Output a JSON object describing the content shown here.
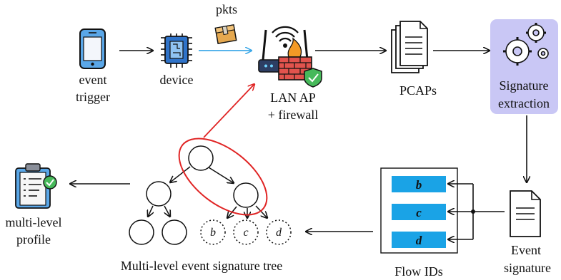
{
  "labels": {
    "event_trigger_1": "event",
    "event_trigger_2": "trigger",
    "device": "device",
    "pkts": "pkts",
    "lan_ap_1": "LAN AP",
    "lan_ap_2": "+ firewall",
    "pcaps": "PCAPs",
    "signature_extraction_1": "Signature",
    "signature_extraction_2": "extraction",
    "event_signature_1": "Event",
    "event_signature_2": "signature",
    "flow_ids": "Flow IDs",
    "tree_caption": "Multi-level event signature tree",
    "profile_1": "multi-level",
    "profile_2": "profile"
  },
  "flow_ids": [
    "b",
    "c",
    "d"
  ],
  "tree_leaves": [
    "b",
    "c",
    "d"
  ],
  "colors": {
    "extraction_box": "#c9c7f5",
    "flow_bar": "#1aa3e6",
    "highlight": "#e02424",
    "pkt_arrow": "#3fa9e8"
  },
  "icons": [
    "phone-icon",
    "chip-icon",
    "package-icon",
    "router-firewall-icon",
    "documents-icon",
    "gears-icon",
    "document-icon",
    "clipboard-check-icon"
  ]
}
